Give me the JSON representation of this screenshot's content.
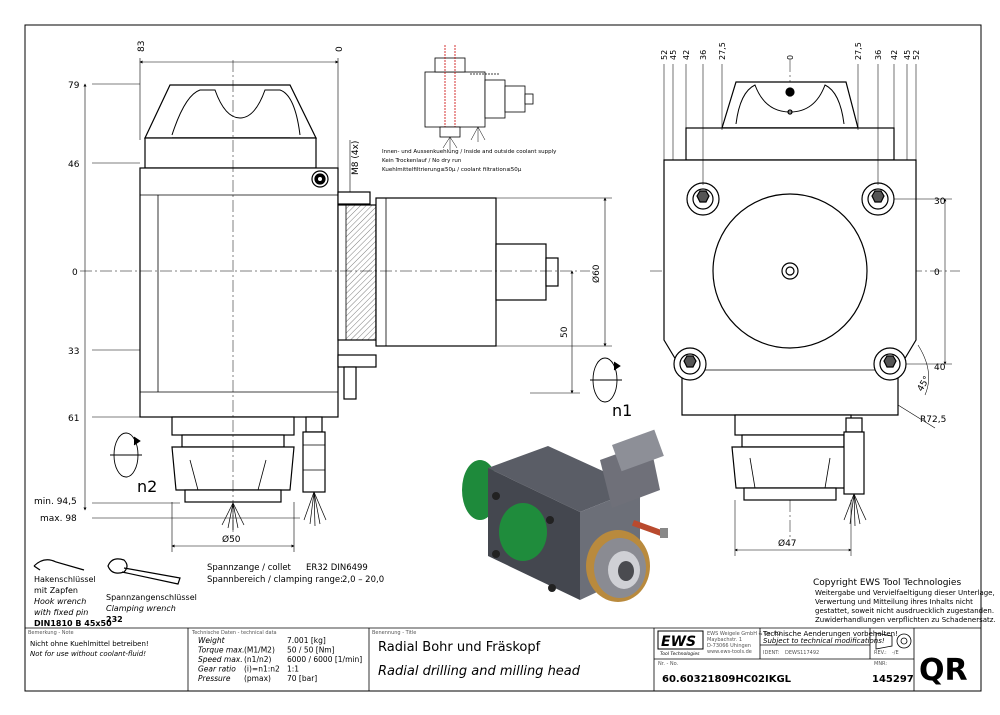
{
  "dims_left_top": [
    "83",
    "0"
  ],
  "dims_left_side": [
    "79",
    "46",
    "0",
    "33",
    "61"
  ],
  "dim_m8": "M8 (4x)",
  "dim_d60": "Ø60",
  "dim_50": "50",
  "label_n1": "n1",
  "label_n2": "n2",
  "dim_min": "min. 94,5",
  "dim_max": "max. 98",
  "dim_d50": "Ø50",
  "dims_right_top": [
    "52",
    "45",
    "42",
    "36",
    "27,5",
    "0",
    "27,5",
    "36",
    "42",
    "45",
    "52"
  ],
  "dims_right_side": [
    "30",
    "0",
    "40"
  ],
  "dim_45deg": "45°",
  "dim_r72": "R72,5",
  "dim_d47": "Ø47",
  "coolant_notes": [
    "Innen- und Aussenkuehlung / Inside and outside coolant supply",
    "Kein Trockenlauf / No dry run",
    "Kuehlmittelfiltrierung≤50µ / coolant filtration≤50µ"
  ],
  "collet": {
    "line1_label": "Spannzange / collet",
    "line1_val": "ER32   DIN6499",
    "line2_label": "Spannbereich / clamping range:",
    "line2_val": "2,0 – 20,0"
  },
  "hook_wrench": [
    "Hakenschlüssel",
    "mit Zapfen",
    "Hook wrench",
    "with fixed pin",
    "DIN1810 B 45x50"
  ],
  "clamp_wrench": [
    "Spannzangenschlüssel",
    "Clamping wrench",
    "232"
  ],
  "copyright": {
    "title": "Copyright EWS Tool Technologies",
    "lines": [
      "Weitergabe und Vervielfaeltigung dieser Unterlage,",
      "Verwertung und Mitteilung ihres Inhalts nicht",
      "gestattet, soweit nicht ausdruecklich zugestanden.",
      "Zuwiderhandlungen verpflichten zu Schadenersatz."
    ]
  },
  "titleblock": {
    "note_hdr": "Bemerkung - Note",
    "note1": "Nicht ohne Kuehlmittel betreiben!",
    "note2": "Not for use without coolant-fluid!",
    "tech_hdr": "Technische Daten - technical data",
    "tech_rows": [
      {
        "k": "Weight",
        "s": "",
        "v": "7.001 [kg]"
      },
      {
        "k": "Torque max.",
        "s": "(M1/M2)",
        "v": "50 / 50 [Nm]"
      },
      {
        "k": "Speed max.",
        "s": "(n1/n2)",
        "v": "6000 / 6000 [1/min]"
      },
      {
        "k": "Gear ratio",
        "s": "(i)=n1:n2",
        "v": "1:1"
      },
      {
        "k": "Pressure",
        "s": "(pmax)",
        "v": "70 [bar]"
      }
    ],
    "title_hdr": "Benennung - Title",
    "title_de": "Radial Bohr und Fräskopf",
    "title_en": "Radial drilling and milling head",
    "nr_hdr": "Nr. - No.",
    "part_no": "60.60321809HC02IKGL",
    "logo": "EWS",
    "logo_sub": "Tool Technologies",
    "company": [
      "EWS Weigele GmbH & Co. KG",
      "Maybachstr. 1",
      "D-73066 Uhingen",
      "www.ews-tools.de"
    ],
    "changes_de": "Technische Aenderungen vorbehalten!",
    "changes_en": "Subject to technical modifications!",
    "ident_label": "IDENT:",
    "ident_val": "DEWS117492",
    "rev_label": "REV.:",
    "rev_val": "-/E",
    "mnr_label": "MNR:",
    "mnr_val": "145297",
    "qr": "QR"
  }
}
